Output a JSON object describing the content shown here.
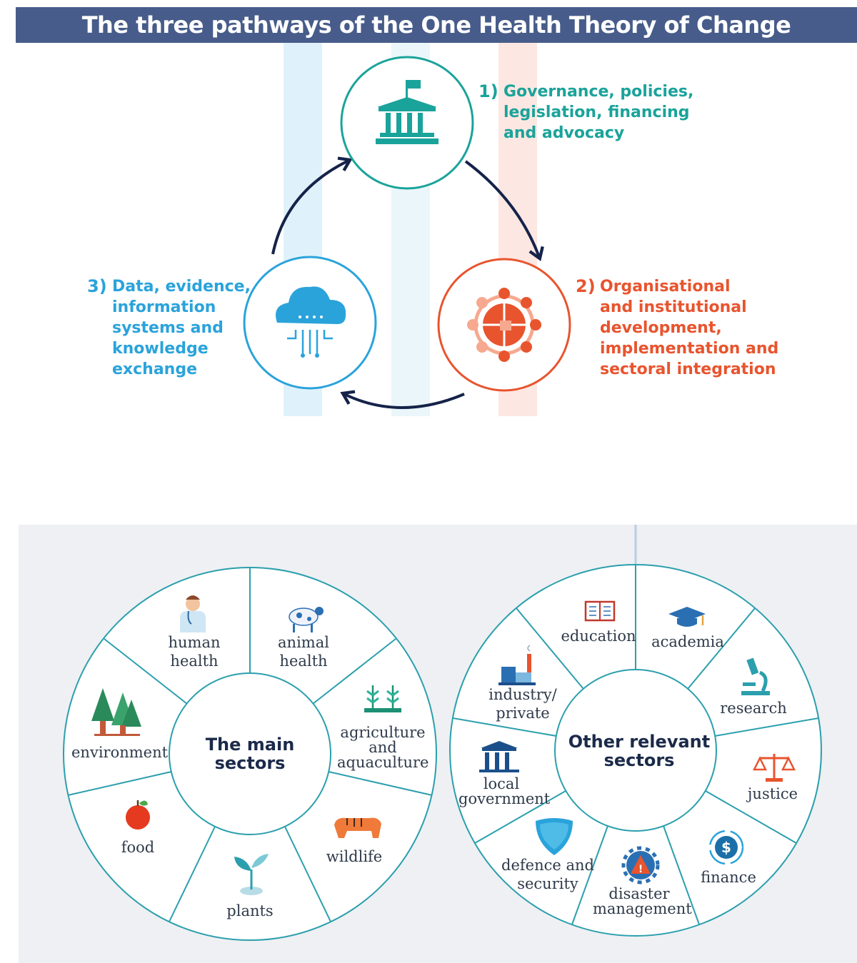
{
  "title": "The three pathways of the One Health Theory of Change",
  "pathways": [
    {
      "number": "1)",
      "text_lines": [
        "Governance, policies,",
        "legislation, financing",
        "and advocacy"
      ],
      "color": "#1aa39a",
      "icon": "government-building-icon"
    },
    {
      "number": "2)",
      "text_lines": [
        "Organisational",
        "and institutional",
        "development,",
        "implementation and",
        "sectoral integration"
      ],
      "color": "#e8542e",
      "icon": "globe-network-icon"
    },
    {
      "number": "3)",
      "text_lines": [
        "Data, evidence,",
        "information",
        "systems and",
        "knowledge",
        "exchange"
      ],
      "color": "#2aa3db",
      "icon": "cloud-data-icon"
    }
  ],
  "main_sectors": {
    "center_lines": [
      "The main",
      "sectors"
    ],
    "items": [
      {
        "lines": [
          "human",
          "health"
        ],
        "icon": "doctor-icon"
      },
      {
        "lines": [
          "animal",
          "health"
        ],
        "icon": "cow-icon"
      },
      {
        "lines": [
          "agriculture",
          "and",
          "aquaculture"
        ],
        "icon": "crops-icon"
      },
      {
        "lines": [
          "wildlife"
        ],
        "icon": "tiger-icon"
      },
      {
        "lines": [
          "plants"
        ],
        "icon": "sprout-icon"
      },
      {
        "lines": [
          "food"
        ],
        "icon": "apple-icon"
      },
      {
        "lines": [
          "environment"
        ],
        "icon": "trees-icon"
      }
    ]
  },
  "other_sectors": {
    "center_lines": [
      "Other relevant",
      "sectors"
    ],
    "items": [
      {
        "lines": [
          "education"
        ],
        "icon": "book-icon"
      },
      {
        "lines": [
          "academia"
        ],
        "icon": "graduation-cap-icon"
      },
      {
        "lines": [
          "research"
        ],
        "icon": "microscope-icon"
      },
      {
        "lines": [
          "justice"
        ],
        "icon": "scales-icon"
      },
      {
        "lines": [
          "finance"
        ],
        "icon": "money-cycle-icon"
      },
      {
        "lines": [
          "disaster",
          "management"
        ],
        "icon": "warning-gear-icon"
      },
      {
        "lines": [
          "defence and",
          "security"
        ],
        "icon": "shield-icon"
      },
      {
        "lines": [
          "local",
          "government"
        ],
        "icon": "town-hall-icon"
      },
      {
        "lines": [
          "industry/",
          "private"
        ],
        "icon": "factory-icon"
      }
    ]
  },
  "colors": {
    "title_bg": "#475c8a",
    "wheel_stroke": "#2b9fad",
    "arrow": "#15234a",
    "panel_bg": "#eef0f3"
  }
}
